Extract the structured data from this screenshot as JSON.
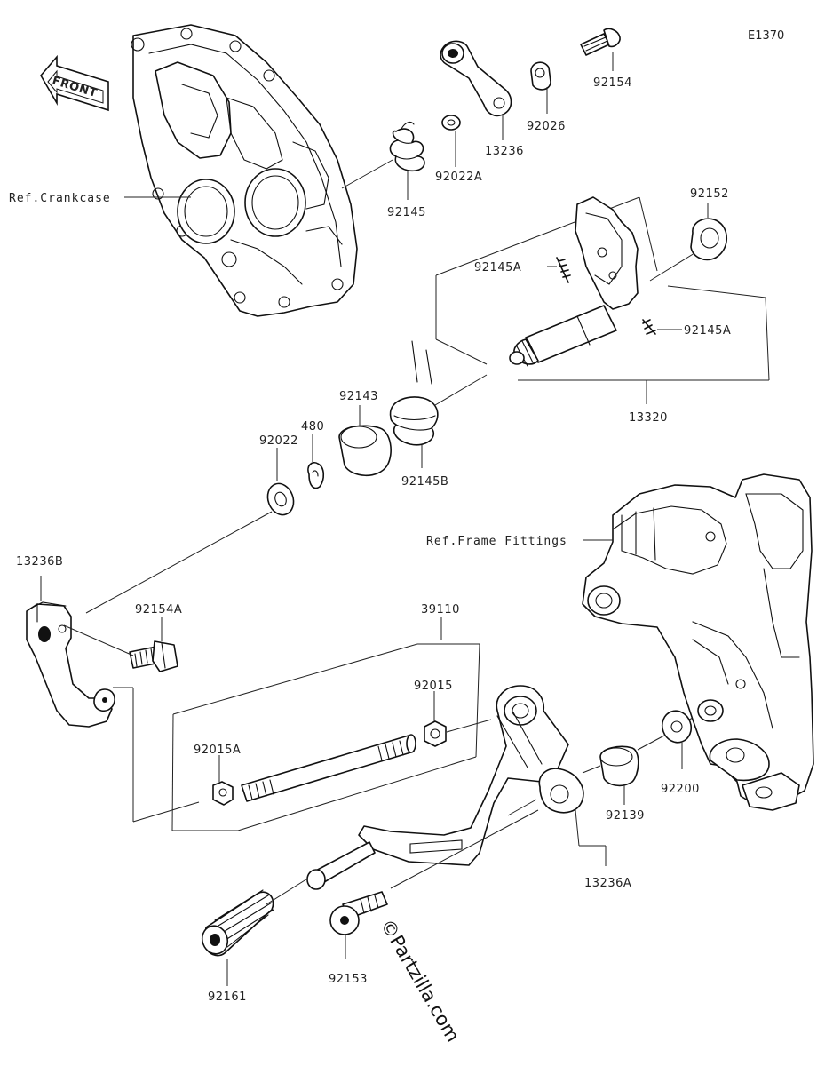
{
  "diagram_code": "E1370",
  "front_arrow_label": "FRONT",
  "reference_labels": {
    "crankcase": "Ref.Crankcase",
    "frame_fittings": "Ref.Frame Fittings"
  },
  "callouts": {
    "c92154": "92154",
    "c13236": "13236",
    "c92026": "92026",
    "c92022A": "92022A",
    "c92145": "92145",
    "c92152": "92152",
    "c92145A_1": "92145A",
    "c92145A_2": "92145A",
    "c13320": "13320",
    "c92143": "92143",
    "c480": "480",
    "c92022": "92022",
    "c92145B": "92145B",
    "c13236B": "13236B",
    "c92154A": "92154A",
    "c39110": "39110",
    "c92015": "92015",
    "c92015A": "92015A",
    "c92200": "92200",
    "c92139": "92139",
    "c13236A": "13236A",
    "c92161": "92161",
    "c92153": "92153"
  },
  "watermark": "©Partzilla.com"
}
